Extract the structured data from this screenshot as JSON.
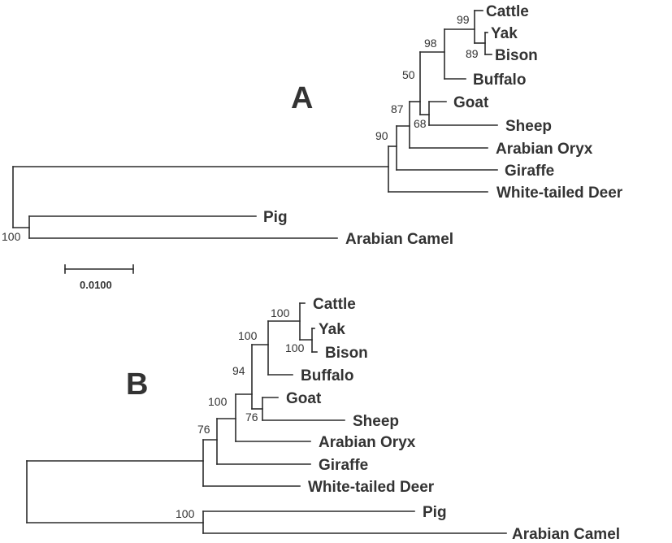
{
  "figure": {
    "trees": [
      {
        "panel_label": "A",
        "scale_bar": "0.0100",
        "taxa": [
          "Cattle",
          "Yak",
          "Bison",
          "Buffalo",
          "Goat",
          "Sheep",
          "Arabian Oryx",
          "Giraffe",
          "White-tailed Deer",
          "Pig",
          "Arabian Camel"
        ],
        "supports": [
          "99",
          "89",
          "98",
          "50",
          "68",
          "87",
          "90",
          "100"
        ]
      },
      {
        "panel_label": "B",
        "taxa": [
          "Cattle",
          "Yak",
          "Bison",
          "Buffalo",
          "Goat",
          "Sheep",
          "Arabian Oryx",
          "Giraffe",
          "White-tailed Deer",
          "Pig",
          "Arabian Camel"
        ],
        "supports": [
          "100",
          "100",
          "100",
          "94",
          "76",
          "100",
          "76",
          "100"
        ]
      }
    ]
  }
}
